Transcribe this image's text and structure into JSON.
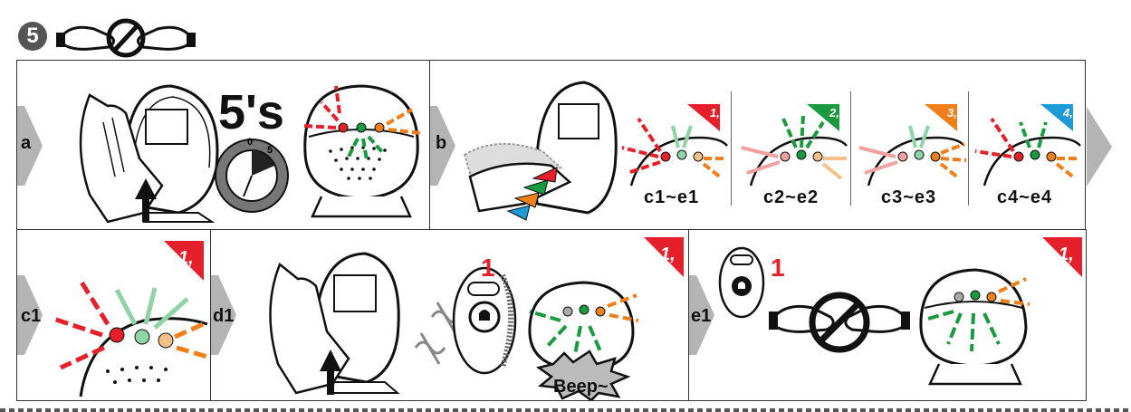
{
  "step": {
    "number": "5"
  },
  "panels": {
    "a": {
      "label": "a",
      "timer_text": "5's",
      "dial_zero": "0",
      "dial_five": "5"
    },
    "b": {
      "label": "b",
      "ordinals": [
        "1,",
        "2,",
        "3,",
        "4,"
      ],
      "captions": [
        "c1~e1",
        "c2~e2",
        "c3~e3",
        "c4~e4"
      ]
    },
    "c1": {
      "label": "c1",
      "ordinal": "1,"
    },
    "d1": {
      "label": "d1",
      "ordinal": "1,",
      "button_number": "1",
      "sound_text": "Beep~"
    },
    "e1": {
      "label": "e1",
      "ordinal": "1,",
      "button_number": "1"
    }
  },
  "colors": {
    "red": "#e5202a",
    "green": "#1a9a3e",
    "light_green": "#8fd3a6",
    "orange": "#ef7f1a",
    "blue": "#1e9ad6",
    "light_red": "#f2a0a0",
    "light_orange": "#f7c08a",
    "gray_tab": "#b4b4b4"
  }
}
